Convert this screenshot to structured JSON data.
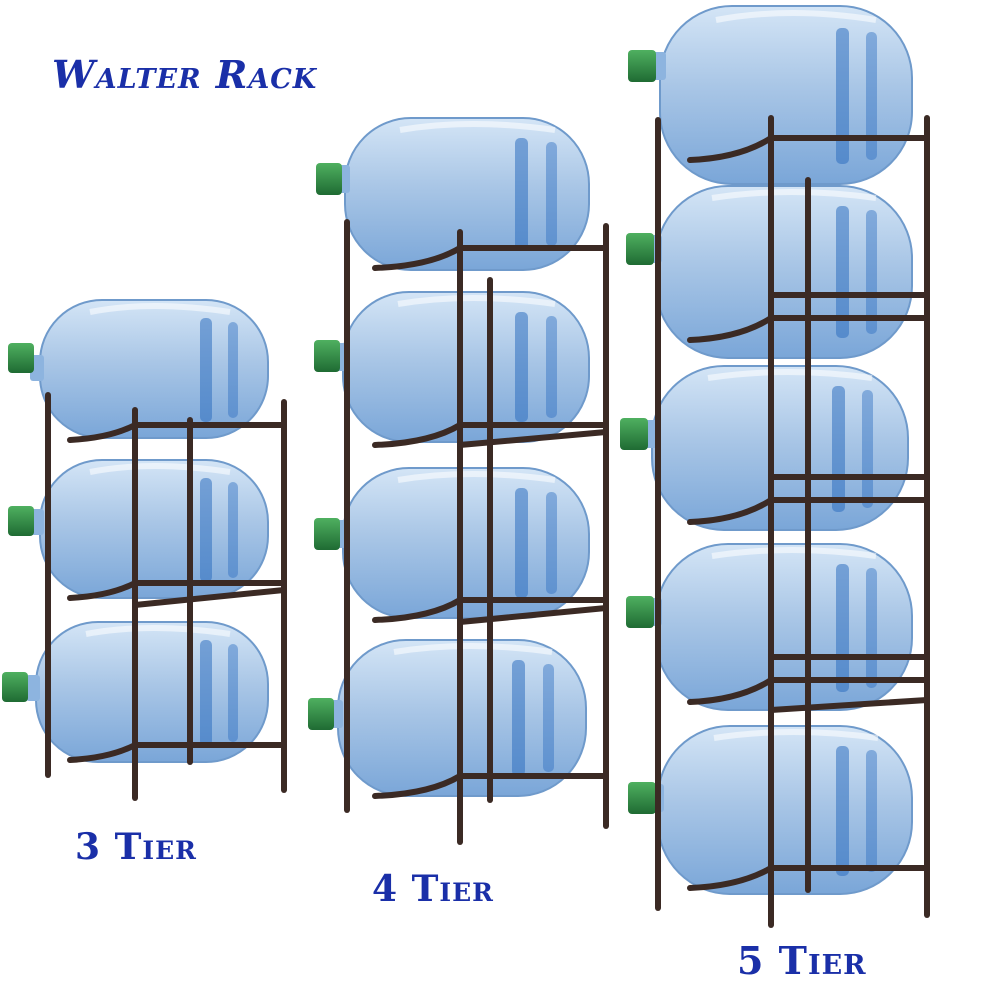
{
  "brand": {
    "title": "Walter Rack"
  },
  "racks": [
    {
      "tiers": 3,
      "label": "3 Tier"
    },
    {
      "tiers": 4,
      "label": "4 Tier"
    },
    {
      "tiers": 5,
      "label": "5 Tier"
    }
  ],
  "colors": {
    "title_text": "#1a2fa8",
    "rack_frame": "#3b2a24",
    "bottle_body": "#a9c6e6",
    "bottle_accent": "#2f6fc0",
    "bottle_cap": "#2f8a45"
  }
}
